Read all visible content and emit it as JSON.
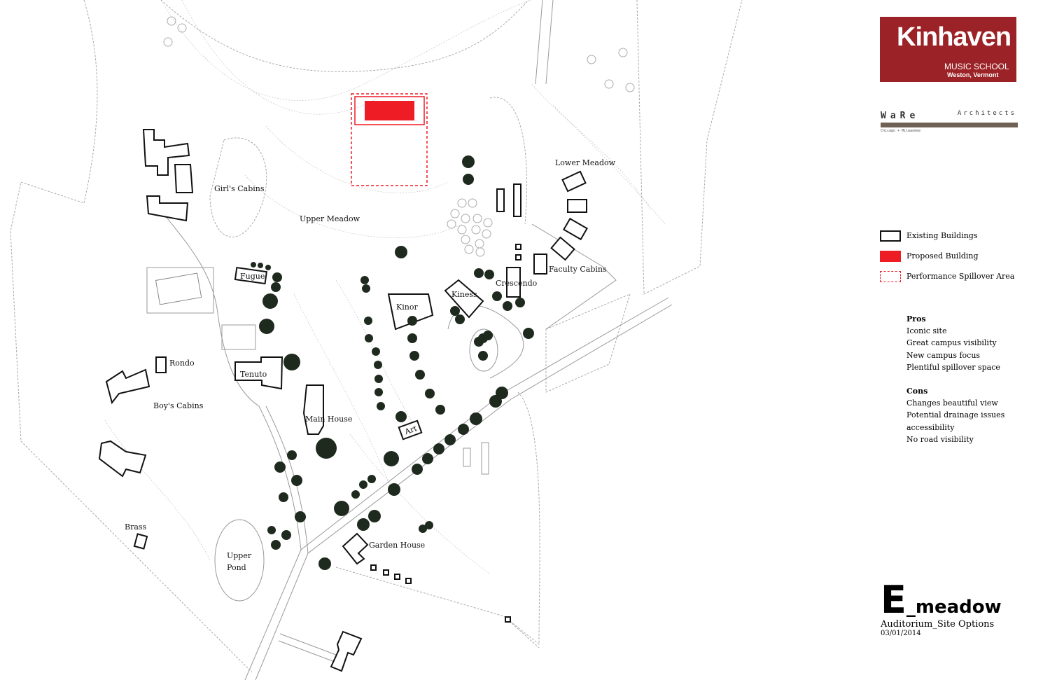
{
  "map": {
    "labels": {
      "girls_cabins": "Girl's Cabins",
      "upper_meadow": "Upper Meadow",
      "lower_meadow": "Lower Meadow",
      "fugue": "Fugue",
      "kinor": "Kinor",
      "kiness": "Kiness",
      "crescendo": "Crescendo",
      "faculty_cabins": "Faculty Cabins",
      "rondo": "Rondo",
      "tenuto": "Tenuto",
      "boys_cabins": "Boy's Cabins",
      "main_house": "Main House",
      "art": "Art",
      "brass": "Brass",
      "upper_pond_1": "Upper",
      "upper_pond_2": "Pond",
      "garden_house": "Garden House"
    },
    "colors": {
      "proposed": "#ee1c25",
      "tree": "#1f2a1f",
      "ink": "#111111"
    }
  },
  "logo": {
    "name": "Kinhaven",
    "subtitle": "MUSIC SCHOOL",
    "location": "Weston, Vermont",
    "color": "#9b2226"
  },
  "architect": {
    "name": "WaRe",
    "suffix": "Architects",
    "cities": "Chicago + Milwaukee"
  },
  "legend": [
    {
      "label": "Existing Buildings",
      "type": "existing"
    },
    {
      "label": "Proposed Building",
      "type": "proposed"
    },
    {
      "label": "Performance Spillover Area",
      "type": "spillover"
    }
  ],
  "pros": {
    "title": "Pros",
    "items": [
      "Iconic site",
      "Great campus visibility",
      "New campus focus",
      "Plentiful spillover space"
    ]
  },
  "cons": {
    "title": "Cons",
    "items": [
      "Changes beautiful view",
      "Potential drainage issues",
      "accessibility",
      "No road visibility"
    ]
  },
  "title_block": {
    "letter": "E",
    "name": "_meadow",
    "subtitle": "Auditorium_Site Options",
    "date": "03/01/2014"
  }
}
